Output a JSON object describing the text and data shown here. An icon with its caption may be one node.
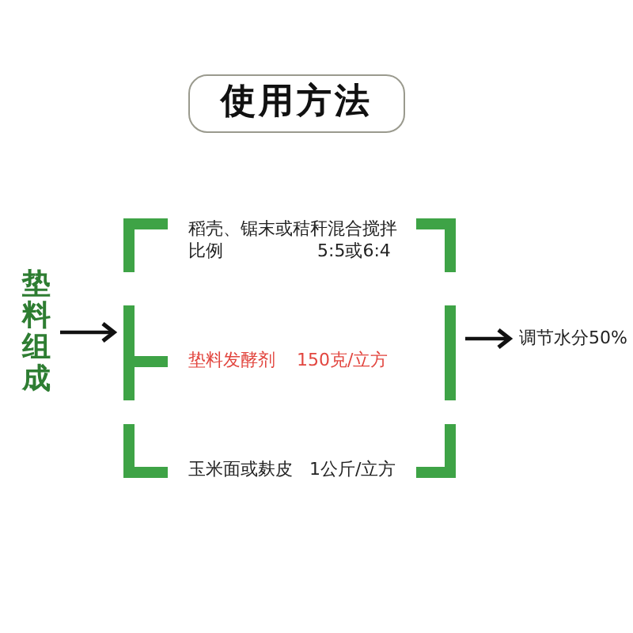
{
  "diagram": {
    "title": "使用方法",
    "nodes": [
      {
        "text": [
          "垫料组成"
        ]
      },
      {
        "text": [],
        "shape": "bracket"
      },
      {
        "text": [
          "稻壳、锯末或秸秆混合搅拌比例 5:5或6:4"
        ],
        "in": 1
      },
      {
        "text": [
          "垫料发酵剂 150克/立方"
        ],
        "in": 1
      },
      {
        "text": [
          "玉米面或麸皮 1公斤/立方"
        ],
        "in": 1
      },
      {
        "text": [
          "调节水分50%"
        ]
      }
    ],
    "edges": [
      {
        "from": 0,
        "to": 1,
        "arrow": "to"
      },
      {
        "from": 1,
        "to": 5,
        "arrow": "to"
      }
    ]
  }
}
